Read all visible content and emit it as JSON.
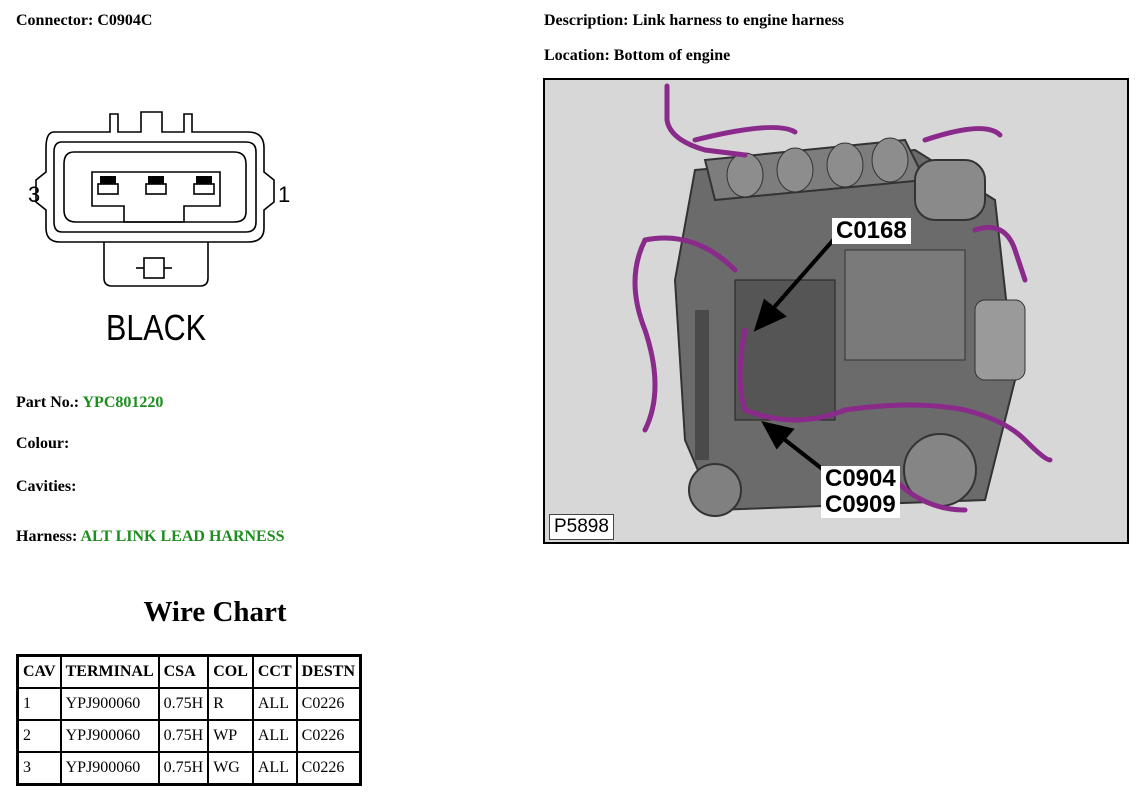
{
  "connector": {
    "label": "Connector:",
    "value": "C0904C"
  },
  "description": {
    "label": "Description:",
    "value": "Link harness to engine harness"
  },
  "location": {
    "label": "Location:",
    "value": "Bottom of engine"
  },
  "diagram": {
    "pin_left": "3",
    "pin_right": "1",
    "color_text": "BLACK"
  },
  "part_no": {
    "label": "Part No.:",
    "value": "YPC801220"
  },
  "colour": {
    "label": "Colour:",
    "value": ""
  },
  "cavities": {
    "label": "Cavities:",
    "value": ""
  },
  "harness": {
    "label": "Harness:",
    "value": "ALT LINK LEAD HARNESS"
  },
  "photo": {
    "callouts": [
      "C0168",
      "C0904",
      "C0909"
    ],
    "reference": "P5898",
    "colors": {
      "harness": "#8a2a8a",
      "background": "#d7d7d7",
      "engine": "#5a5a5a"
    }
  },
  "wire_chart": {
    "title": "Wire Chart",
    "headers": [
      "CAV",
      "TERMINAL",
      "CSA",
      "COL",
      "CCT",
      "DESTN"
    ],
    "rows": [
      [
        "1",
        "YPJ900060",
        "0.75H",
        "R",
        "ALL",
        "C0226"
      ],
      [
        "2",
        "YPJ900060",
        "0.75H",
        "WP",
        "ALL",
        "C0226"
      ],
      [
        "3",
        "YPJ900060",
        "0.75H",
        "WG",
        "ALL",
        "C0226"
      ]
    ]
  }
}
